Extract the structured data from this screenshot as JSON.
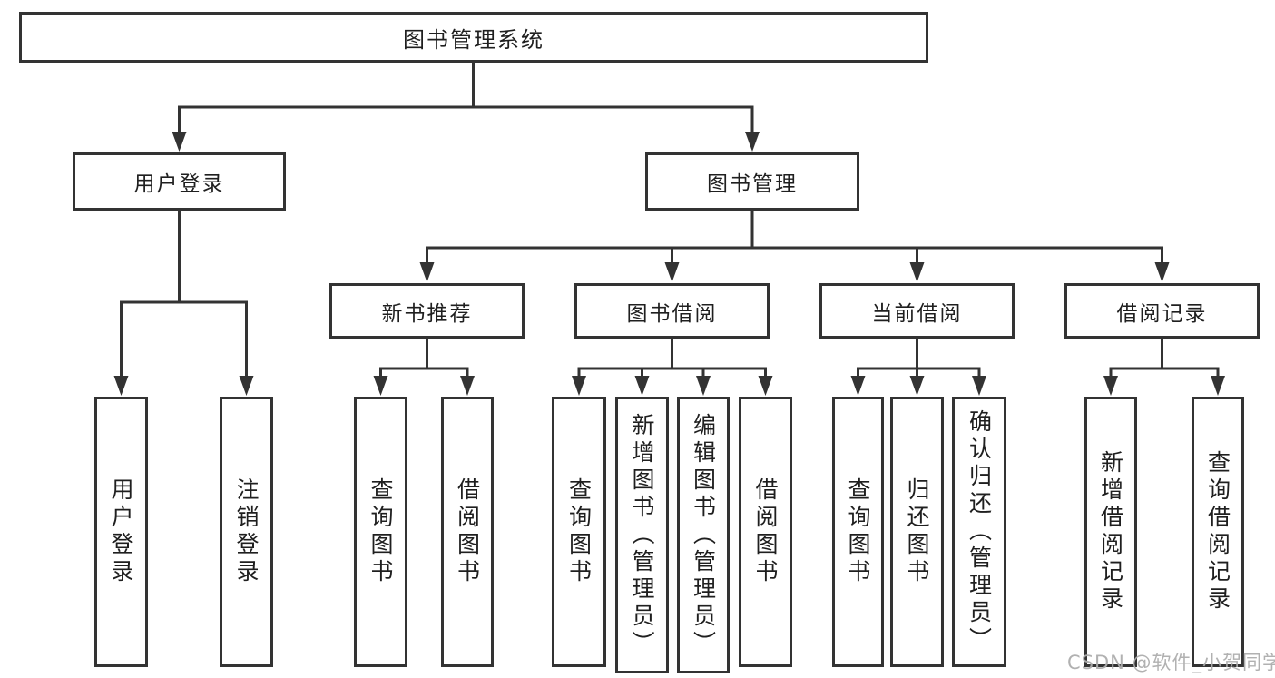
{
  "diagram": {
    "root": "图书管理系统",
    "level2": {
      "user_login": "用户登录",
      "book_management": "图书管理"
    },
    "level3": {
      "new_book": "新书推荐",
      "book_borrow": "图书借阅",
      "current_borrow": "当前借阅",
      "borrow_records": "借阅记录"
    },
    "level4": {
      "user_login": [
        "用户登录",
        "注销登录"
      ],
      "new_book": [
        "查询图书",
        "借阅图书"
      ],
      "book_borrow": [
        "查询图书",
        "新增图书（管理员）",
        "编辑图书（管理员）",
        "借阅图书"
      ],
      "current_borrow": [
        "查询图书",
        "归还图书",
        "确认归还（管理员）"
      ],
      "borrow_records": [
        "新增借阅记录",
        "查询借阅记录"
      ]
    }
  },
  "watermark": "CSDN @软件_小贺同学",
  "colors": {
    "line": "#333333",
    "text": "#1f1f1f",
    "box_bg": "#ffffff",
    "watermark": "#adadad"
  }
}
